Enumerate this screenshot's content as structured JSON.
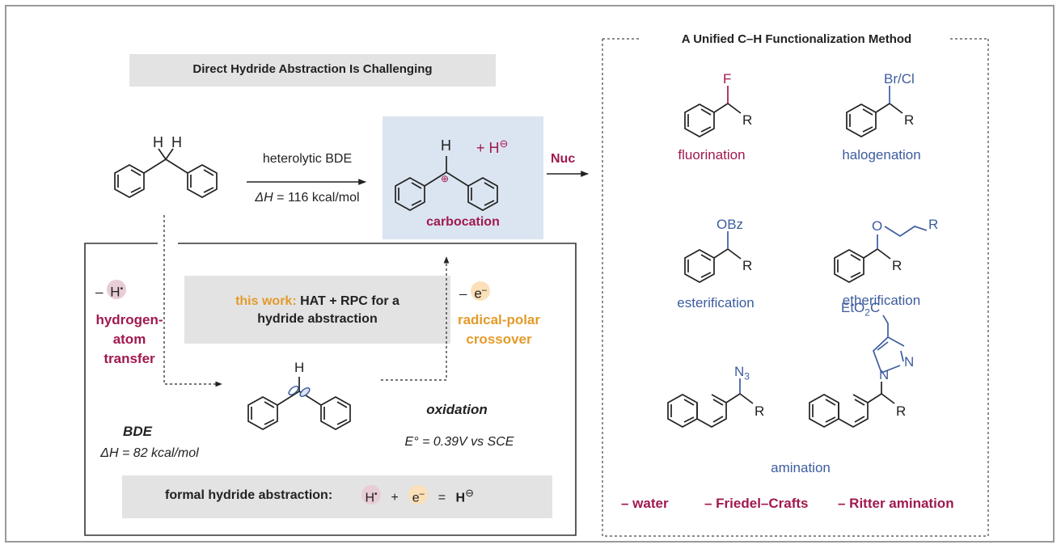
{
  "colors": {
    "maroon": "#a0194f",
    "orange": "#e39b2a",
    "blue": "#3d5c9f",
    "gray_box": "#e3e3e3",
    "blue_box": "#dbe5f1"
  },
  "left": {
    "challenge_title": "Direct Hydride Abstraction Is Challenging",
    "substrate_h1": "H",
    "substrate_h2": "H",
    "arrow_top": "heterolytic BDE",
    "arrow_bottom_prefix": "ΔH",
    "arrow_bottom_rest": " = 116 kcal/mol",
    "carbocation_h": "H",
    "carbocation_charge": "⊕",
    "hydride_plus": "+ H",
    "hydride_minus": "⊖",
    "carbocation_label": "carbocation",
    "nuc_label": "Nuc",
    "hat_sign": "–",
    "hat_species": "H",
    "hat_dot": "•",
    "hat_label": "hydrogen-\natom\ntransfer",
    "this_work_highlight": "this work:",
    "this_work_rest": " HAT + RPC for a",
    "this_work_line2": "hydride abstraction",
    "rpc_sign": "–",
    "rpc_species": "e",
    "rpc_minus": "–",
    "rpc_label": "radical-polar\ncrossover",
    "radical_h": "H",
    "bde_label": "BDE",
    "bde_value": "ΔH = 82 kcal/mol",
    "oxidation_label": "oxidation",
    "oxidation_value": "E° = 0.39V vs SCE",
    "formal_label": "formal hydride abstraction:",
    "formal_h": "H",
    "formal_plus": "+",
    "formal_e": "e",
    "formal_equals": "=",
    "formal_result": "H",
    "formal_minus": "⊖"
  },
  "right": {
    "title": "A Unified C–H Functionalization Method",
    "products": [
      {
        "sub": "F",
        "r": "R",
        "label": "fluorination"
      },
      {
        "sub": "Br/Cl",
        "r": "R",
        "label": "halogenation"
      },
      {
        "sub": "OBz",
        "r": "R",
        "label": "esterification"
      },
      {
        "sub": "O",
        "r": "R",
        "r2": "R",
        "label": "etherification"
      },
      {
        "sub": "N3",
        "r": "R",
        "label": "amination"
      },
      {
        "sub": "EtO2C",
        "n1": "N",
        "n2": "N",
        "r": "R"
      }
    ],
    "amination_label": "amination",
    "azide_n": "N",
    "azide_sub": "3",
    "pyrazole_ester_a": "EtO",
    "pyrazole_ester_sub": "2",
    "pyrazole_ester_b": "C",
    "footer": [
      "– water",
      "– Friedel–Crafts",
      "– Ritter amination"
    ]
  }
}
